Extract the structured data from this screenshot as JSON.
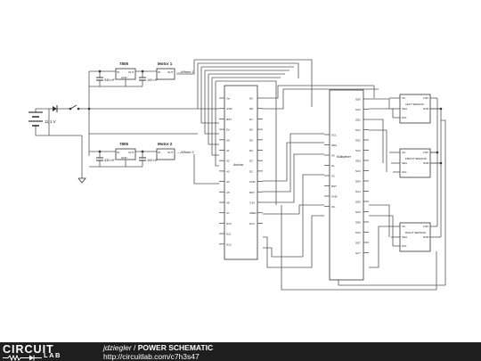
{
  "supply": {
    "voltage_label": "11.1 V"
  },
  "regulators": [
    {
      "part": "7805",
      "pin_in": "IN",
      "pin_out": "OUT",
      "pin_gnd": "GND",
      "cap_in": "330 nF",
      "cap_out": "100 nF"
    },
    {
      "part": "7805",
      "pin_in": "IN",
      "pin_out": "OUT",
      "pin_gnd": "GND",
      "cap_in": "330 nF",
      "cap_out": "100 nF"
    }
  ],
  "motors": [
    {
      "name": "Motor 1",
      "pin_in": "IN",
      "pin_out": "OUT",
      "output_label": "Wheel 1"
    },
    {
      "name": "Motor 2",
      "pin_in": "IN",
      "pin_out": "OUT",
      "output_label": "Wheel 2"
    }
  ],
  "arduino": {
    "name": "Arduino",
    "left_pins": [
      "Vin",
      "GND",
      "RST",
      "5V",
      "A0",
      "A1",
      "A2",
      "A3",
      "A4",
      "A5",
      "A6",
      "A7",
      "D10",
      "D11",
      "D12"
    ],
    "right_pins": [
      "D9",
      "D8",
      "D7",
      "D6",
      "D5",
      "D4",
      "D3",
      "D2",
      "GND",
      "RST",
      "3.3V",
      "AREF",
      "D13"
    ]
  },
  "multiplexer": {
    "name": "Multiplexer",
    "left_pins": [
      "SCL",
      "SDA",
      "A0",
      "A1",
      "A2",
      "RST",
      "GND",
      "Vin"
    ],
    "right_pins": [
      "SD0",
      "SC0",
      "SD1",
      "SC1",
      "SD2",
      "SC2",
      "SD3",
      "SC3",
      "SD4",
      "SC4",
      "SD5",
      "SC5",
      "SD6",
      "SC6",
      "SD7",
      "SC7"
    ]
  },
  "sensors": [
    {
      "name": "LEFT SENSOR",
      "pins": [
        "Vin",
        "SDA",
        "SCL",
        "2.8V",
        "GND"
      ]
    },
    {
      "name": "FRONT SENSOR",
      "pins": [
        "Vin",
        "SDA",
        "SCL",
        "2.8V",
        "GND"
      ]
    },
    {
      "name": "RIGHT SENSOR",
      "pins": [
        "Vin",
        "SDA",
        "SCL",
        "2.8V",
        "GND"
      ]
    }
  ],
  "footer": {
    "logo_top": "CIRCUIT",
    "logo_bottom": "LAB",
    "author": "jdziegler",
    "separator": " / ",
    "title": "POWER SCHEMATIC",
    "url": "http://circuitlab.com/c7h3s47"
  },
  "colors": {
    "wire": "#555555",
    "component": "#333333",
    "footer_bg": "#1f1f1f",
    "footer_text": "#ffffff"
  }
}
